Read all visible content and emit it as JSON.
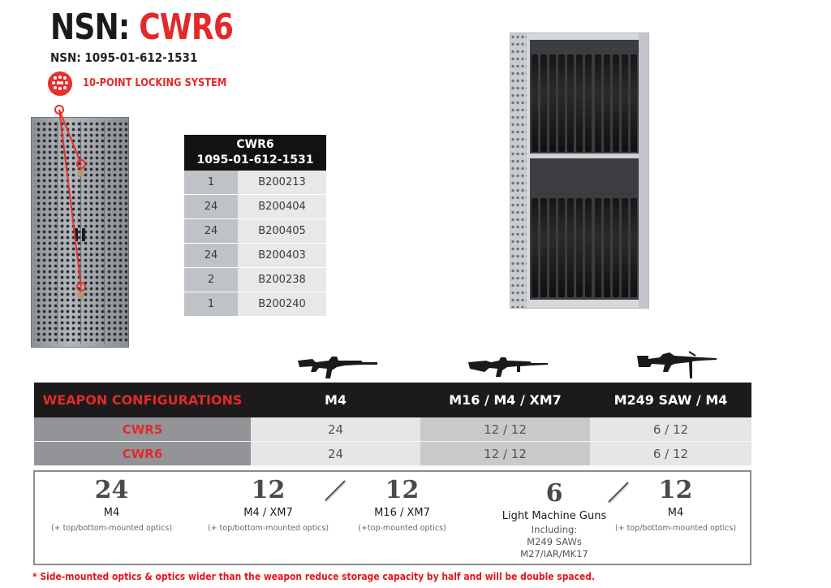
{
  "header": {
    "title_prefix": "NSN: ",
    "title_model": "CWR6",
    "nsn_line": "NSN: 1095-01-612-1531",
    "feature_icon": "lock-points-icon",
    "feature_label": "10-POINT LOCKING SYSTEM"
  },
  "colors": {
    "accent_red": "#e22a2a",
    "header_black": "#1c1a1a",
    "qty_gray": "#bfc3c7",
    "cell_light": "#e6e6e6"
  },
  "parts_table": {
    "title": "CWR6",
    "nsn": "1095-01-612-1531",
    "rows": [
      {
        "qty": "1",
        "part": "B200213"
      },
      {
        "qty": "24",
        "part": "B200404"
      },
      {
        "qty": "24",
        "part": "B200405"
      },
      {
        "qty": "24",
        "part": "B200403"
      },
      {
        "qty": "2",
        "part": "B200238"
      },
      {
        "qty": "1",
        "part": "B200240"
      }
    ]
  },
  "weapon_icons": [
    "m4-rifle-icon",
    "m16-rifle-icon",
    "m249-saw-icon"
  ],
  "config_table": {
    "headers": [
      "WEAPON CONFIGURATIONS",
      "M4",
      "M16 / M4 / XM7",
      "M249 SAW / M4"
    ],
    "rows": [
      {
        "model": "CWR5",
        "m4": "24",
        "m16": "12 / 12",
        "m249": "6 / 12"
      },
      {
        "model": "CWR6",
        "m4": "24",
        "m16": "12 / 12",
        "m249": "6 / 12"
      }
    ]
  },
  "capacity": {
    "items": [
      {
        "num": "24",
        "name": "M4",
        "note": "(+ top/bottom-mounted optics)"
      },
      {
        "num": "12",
        "name": "M4 / XM7",
        "note": "(+ top/bottom-mounted optics)"
      },
      {
        "num": "12",
        "name": "M16 / XM7",
        "note": "(+top-mounted optics)"
      },
      {
        "num": "6",
        "name": "Light Machine Guns",
        "sub1": "Including:",
        "sub2": "M249 SAWs",
        "sub3": "M27/IAR/MK17"
      },
      {
        "num": "12",
        "name": "M4",
        "note": "(+ top/bottom-mounted optics)"
      }
    ]
  },
  "footnote": "* Side-mounted optics & optics wider than the weapon reduce storage capacity by half and will be double spaced."
}
